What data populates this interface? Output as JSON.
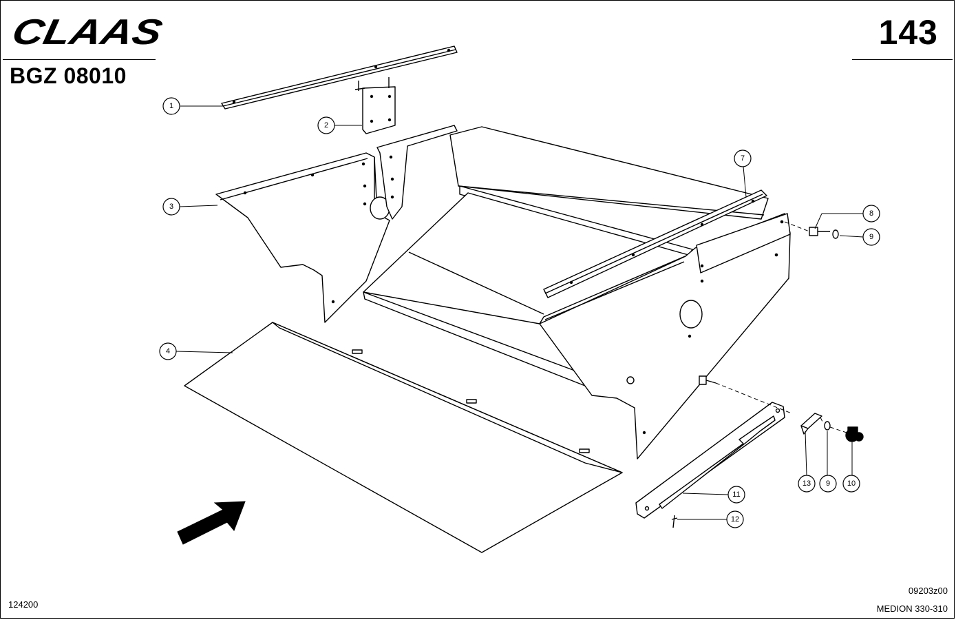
{
  "header": {
    "brand": "CLAAS",
    "page_number": "143",
    "doc_code": "BGZ 08010"
  },
  "footer": {
    "left_code": "124200",
    "drawing_code": "09203z00",
    "model": "MEDION 330-310"
  },
  "callouts": [
    "1",
    "2",
    "3",
    "4",
    "7",
    "8",
    "9",
    "9",
    "10",
    "11",
    "12",
    "13"
  ],
  "icons": {
    "logo": "claas-logo",
    "direction": "direction-arrow-icon"
  }
}
